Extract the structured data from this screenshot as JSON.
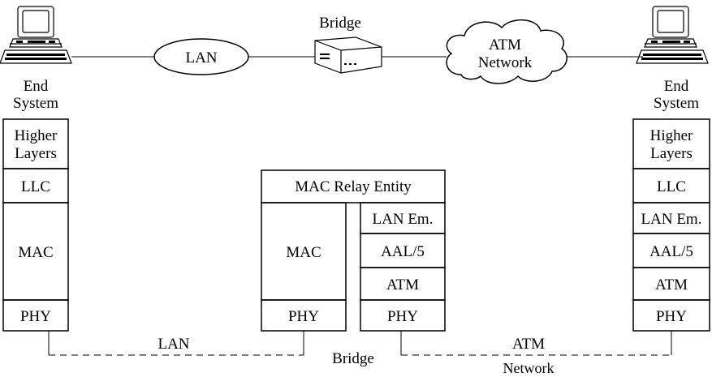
{
  "top": {
    "end_system_left": [
      "End",
      "System"
    ],
    "lan": "LAN",
    "bridge": "Bridge",
    "atm_network": [
      "ATM",
      "Network"
    ],
    "end_system_right": [
      "End",
      "System"
    ]
  },
  "stacks": {
    "left": {
      "higher_layers": [
        "Higher",
        "Layers"
      ],
      "llc": "LLC",
      "mac": "MAC",
      "phy": "PHY"
    },
    "bridge": {
      "relay": "MAC Relay Entity",
      "mac": "MAC",
      "phy_left": "PHY",
      "lan_em": "LAN Em.",
      "aal5": "AAL/5",
      "atm": "ATM",
      "phy_right": "PHY"
    },
    "right": {
      "higher_layers": [
        "Higher",
        "Layers"
      ],
      "llc": "LLC",
      "lan_em": "LAN Em.",
      "aal5": "AAL/5",
      "atm": "ATM",
      "phy": "PHY"
    }
  },
  "bottom": {
    "lan": "LAN",
    "bridge": "Bridge",
    "atm": "ATM",
    "network": "Network"
  },
  "colors": {
    "line": "#000000",
    "background": "#ffffff"
  }
}
